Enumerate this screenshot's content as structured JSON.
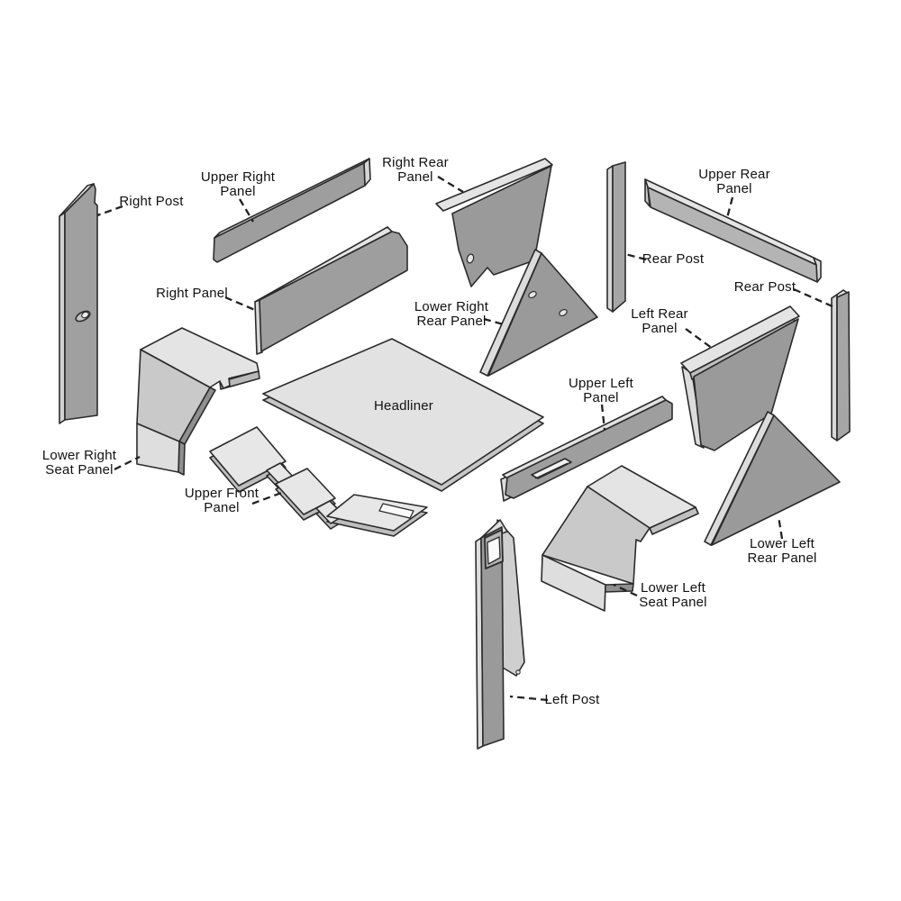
{
  "diagram": {
    "title": "Interior trim panels exploded diagram",
    "type": "exploded-parts-diagram",
    "background": "#ffffff"
  },
  "palette": {
    "panel_dark": "#9a9a9a",
    "panel_mid": "#c6c6c6",
    "panel_light": "#e4e4e4",
    "panel_lighter": "#dedede",
    "edge_dark": "#8f8f8f",
    "outline": "#2b2b2b",
    "label_text": "#111111"
  },
  "labels": [
    {
      "id": "right-post",
      "line1": "Right Post"
    },
    {
      "id": "upper-right-panel",
      "line1": "Upper Right",
      "line2": "Panel"
    },
    {
      "id": "right-panel",
      "line1": "Right Panel"
    },
    {
      "id": "right-rear-panel",
      "line1": "Right Rear",
      "line2": "Panel"
    },
    {
      "id": "upper-rear-panel",
      "line1": "Upper Rear",
      "line2": "Panel"
    },
    {
      "id": "rear-post-left",
      "line1": "Rear Post"
    },
    {
      "id": "rear-post-right",
      "line1": "Rear Post"
    },
    {
      "id": "left-rear-panel",
      "line1": "Left Rear",
      "line2": "Panel"
    },
    {
      "id": "lower-right-rear-panel",
      "line1": "Lower Right",
      "line2": "Rear Panel"
    },
    {
      "id": "headliner",
      "line1": "Headliner"
    },
    {
      "id": "upper-left-panel",
      "line1": "Upper Left",
      "line2": "Panel"
    },
    {
      "id": "lower-right-seat-panel",
      "line1": "Lower Right",
      "line2": "Seat Panel"
    },
    {
      "id": "upper-front-panel",
      "line1": "Upper Front",
      "line2": "Panel"
    },
    {
      "id": "lower-left-seat-panel",
      "line1": "Lower Left",
      "line2": "Seat Panel"
    },
    {
      "id": "lower-left-rear-panel",
      "line1": "Lower Left",
      "line2": "Rear Panel"
    },
    {
      "id": "left-post",
      "line1": "Left Post"
    }
  ]
}
